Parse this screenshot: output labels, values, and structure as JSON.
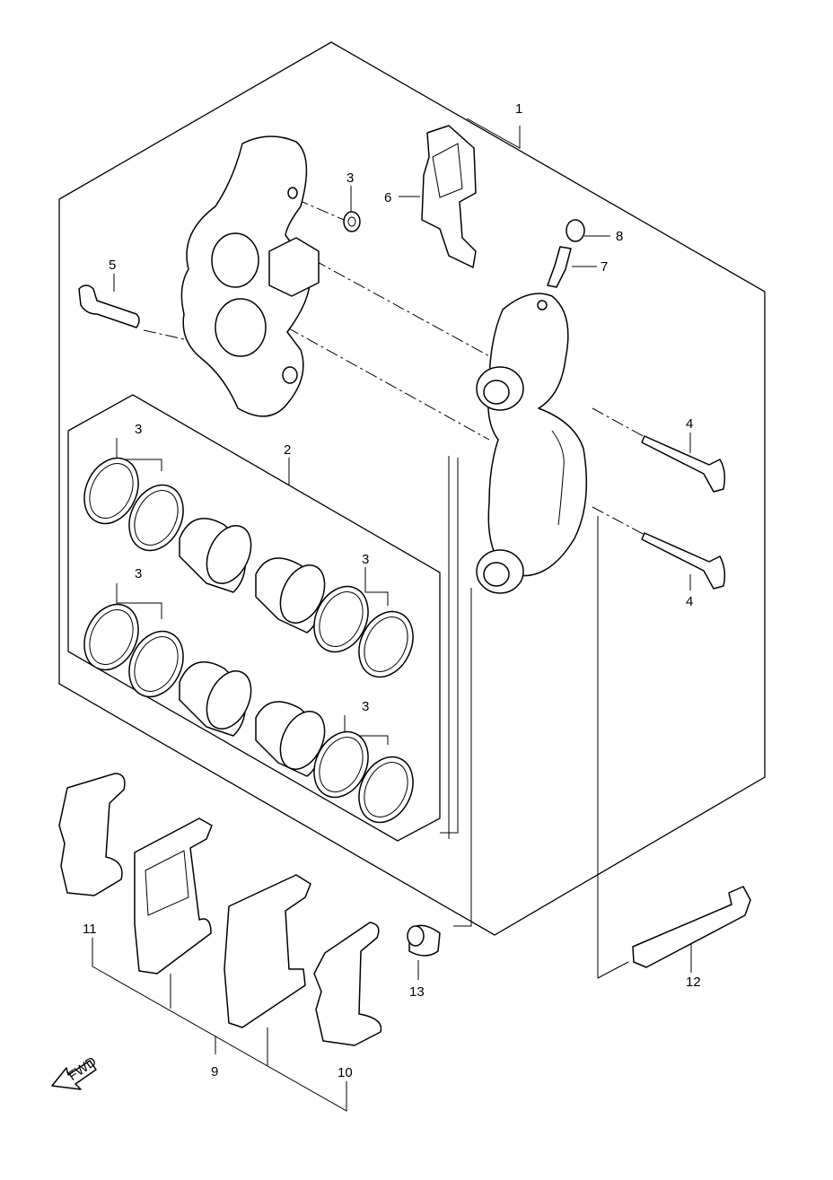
{
  "callouts": {
    "c1": "1",
    "c2": "2",
    "c3a": "3",
    "c3b": "3",
    "c3c": "3",
    "c3d": "3",
    "c3e": "3",
    "c4a": "4",
    "c4b": "4",
    "c5": "5",
    "c6": "6",
    "c7": "7",
    "c8": "8",
    "c9": "9",
    "c10": "10",
    "c11": "11",
    "c12": "12",
    "c13": "13"
  },
  "fwd_label": "FWD",
  "icons": {
    "direction": "fwd-arrow-icon"
  }
}
